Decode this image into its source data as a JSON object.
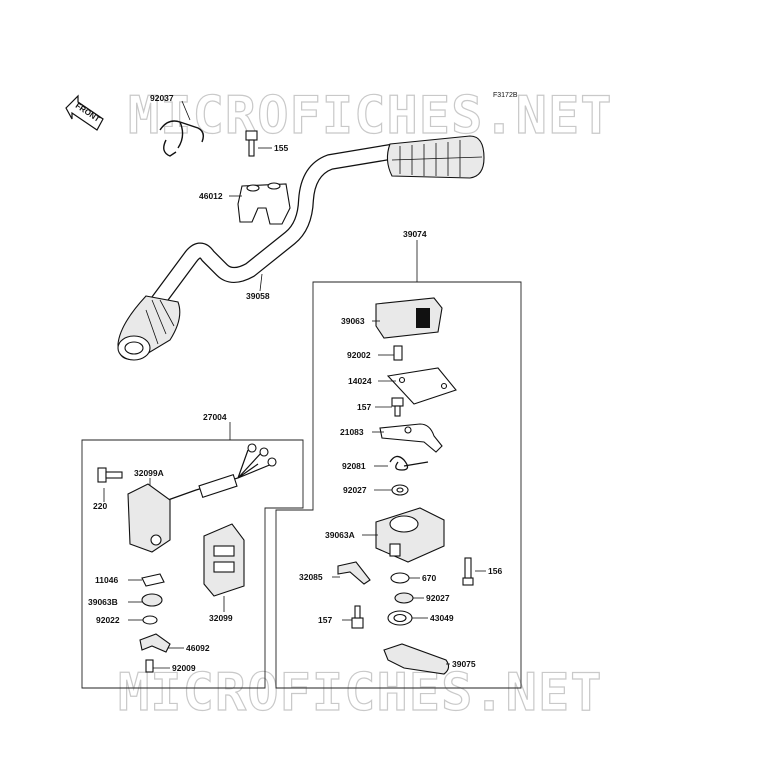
{
  "figure_code": "F3172B",
  "watermark": {
    "text": "MICROFICHES.NET",
    "text_bottom": "MICROFICHES.NET"
  },
  "front_arrow": {
    "text": "FRONT",
    "icon": "front-direction-arrow-icon"
  },
  "parts": {
    "p92037": "92037",
    "p155": "155",
    "p46012": "46012",
    "p39058": "39058",
    "p39074": "39074",
    "p39063": "39063",
    "p92002": "92002",
    "p14024": "14024",
    "p157a": "157",
    "p21083": "21083",
    "p92081": "92081",
    "p92027a": "92027",
    "p39063A": "39063A",
    "p156": "156",
    "p32085": "32085",
    "p670": "670",
    "p92027b": "92027",
    "p157b": "157",
    "p43049": "43049",
    "p39075": "39075",
    "p27004": "27004",
    "p32099A": "32099A",
    "p220": "220",
    "p11046": "11046",
    "p39063B": "39063B",
    "p92022": "92022",
    "p32099": "32099",
    "p46092": "46092",
    "p92009": "92009"
  }
}
